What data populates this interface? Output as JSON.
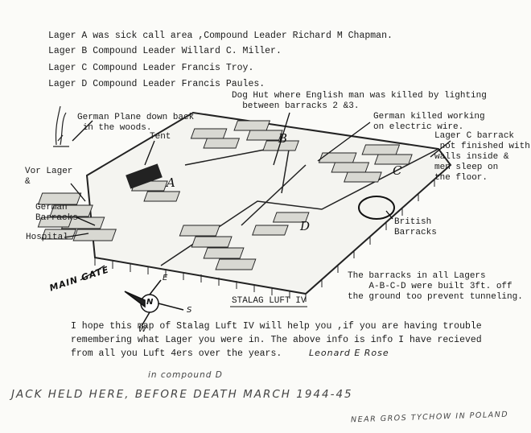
{
  "header": {
    "lager_a": "Lager A was sick call area ,Compound Leader Richard M Chapman.",
    "lager_b": "Lager B Compound Leader Willard C. Miller.",
    "lager_c": "Lager C Compound Leader Francis Troy.",
    "lager_d": "Lager D Compound Leader Francis Paules."
  },
  "annotations": {
    "dog_hut": "Dog Hut where English man was killed by lighting\n  between barracks 2 &3.",
    "german_plane": "German Plane down back\n in the woods.",
    "tent": "Tent",
    "german_killed": "German killed working\non electric wire.",
    "lager_c_barrack": "Lager C barrack\n not finished with\nwalls inside &\nmen sleep on\nthe floor.",
    "vor_lager": "Vor Lager\n&",
    "german_barracks": "German\nBarracks",
    "hospital": "Hospital",
    "british_barracks": "British\nBarracks",
    "main_gate": "MAIN\nGATE",
    "barracks_note": "The barracks in all Lagers\n    A-B-C-D were built 3ft. off\nthe ground too prevent tunneling.",
    "stalag_title": "STALAG LUFT IV"
  },
  "compound_letters": {
    "a": "A",
    "b": "B",
    "c": "C",
    "d": "D"
  },
  "compass": {
    "n": "N",
    "e": "E",
    "s": "S",
    "w": "W"
  },
  "footer": {
    "message": "I hope this map of Stalag Luft IV will help you ,if you are having trouble\nremembering what Lager you were in. The above info is info I have recieved\nfrom all you Luft 4ers over the years.",
    "signature": "Leonard E Rose",
    "handwritten_1": "in compound D",
    "handwritten_2": "JACK HELD HERE, BEFORE DEATH MARCH   1944-45",
    "handwritten_3": "NEAR GROS TYCHOW IN POLAND"
  }
}
